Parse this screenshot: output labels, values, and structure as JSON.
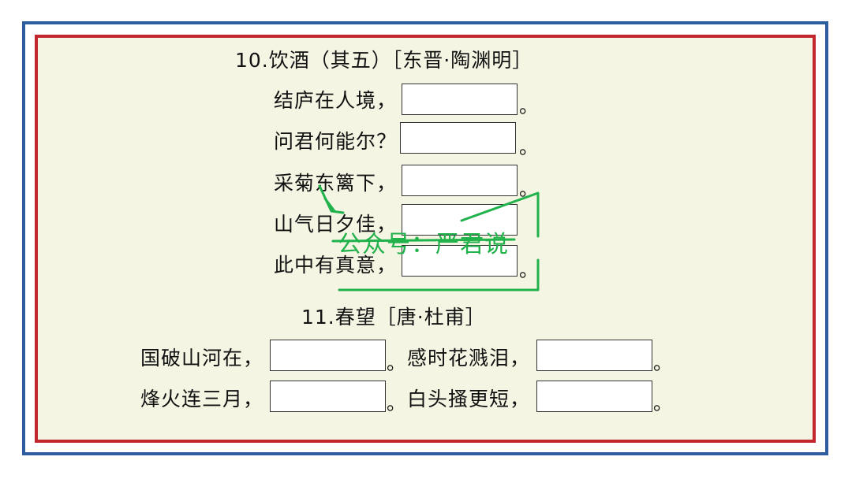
{
  "poem10": {
    "title": "10.饮酒（其五）［东晋·陶渊明］",
    "lines": [
      "结庐在人境，",
      "问君何能尔？",
      "采菊东篱下，",
      "山气日夕佳，",
      "此中有真意，"
    ]
  },
  "poem11": {
    "title": "11.春望［唐·杜甫］",
    "lines": [
      "国破山河在，",
      "感时花溅泪，",
      "烽火连三月，",
      "白头搔更短，"
    ]
  },
  "punct": {
    "period": "。"
  },
  "watermark": {
    "text": "公众号：严君说",
    "color": "#22b24c"
  },
  "colors": {
    "outer_border": "#2d5d9e",
    "inner_border": "#c1272d",
    "background": "#f5f5e4"
  }
}
